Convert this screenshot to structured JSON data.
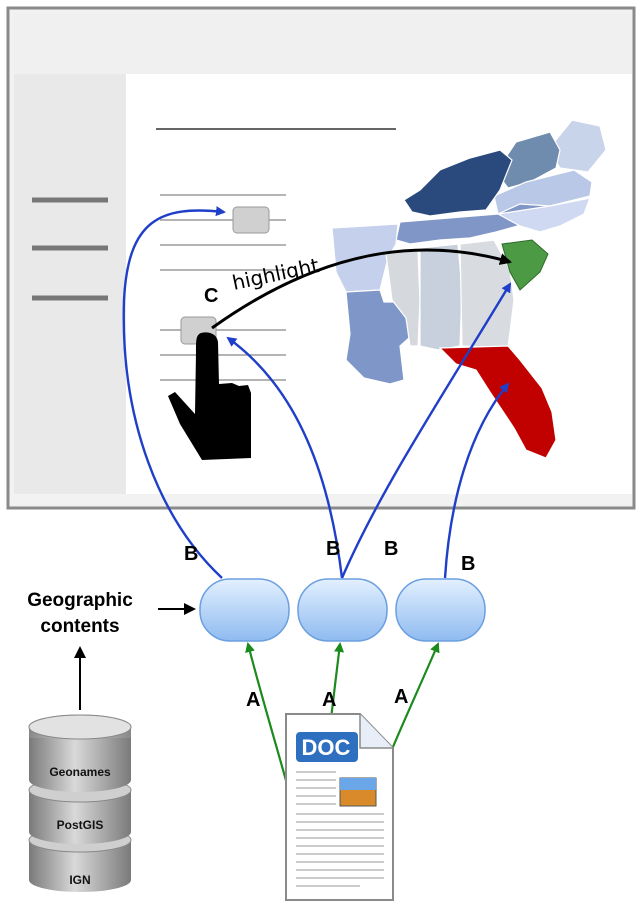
{
  "labels": {
    "highlight": "highlight",
    "c": "C",
    "b": "B",
    "a": "A",
    "geographic_1": "Geographic",
    "geographic_2": "contents",
    "doc": "DOC"
  },
  "databases": [
    "Geonames",
    "PostGIS",
    "IGN"
  ],
  "colors": {
    "arrow_blue": "#1f3fc8",
    "arrow_green": "#1c8a1c",
    "arrow_black": "#000000",
    "highlight_green": "#4d9a45",
    "highlight_red": "#c10000",
    "node_fill": "#a9ccf5"
  }
}
